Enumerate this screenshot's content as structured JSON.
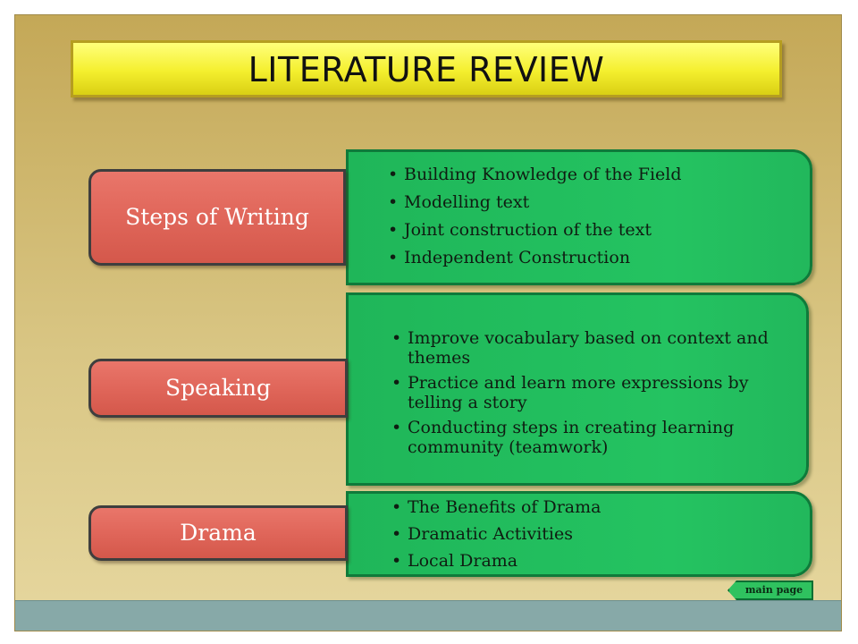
{
  "title": "LITERATURE  REVIEW",
  "sections": [
    {
      "label": "Steps of Writing",
      "items": [
        "Building Knowledge of the Field",
        "Modelling text",
        "Joint construction of the text",
        "Independent Construction"
      ]
    },
    {
      "label": "Speaking",
      "items": [
        "Improve vocabulary based on context and themes",
        "Practice and learn more expressions by telling  a story",
        "Conducting steps  in  creating learning community (teamwork)"
      ]
    },
    {
      "label": "Drama",
      "items": [
        "The Benefits of  Drama",
        "Dramatic  Activities",
        "Local Drama"
      ]
    }
  ],
  "nav": {
    "main_page_label": "main page"
  },
  "colors": {
    "title_bar": "#f4ef2e",
    "label_box": "#e0665a",
    "panel": "#24c361",
    "footer": "#87a9a8"
  }
}
